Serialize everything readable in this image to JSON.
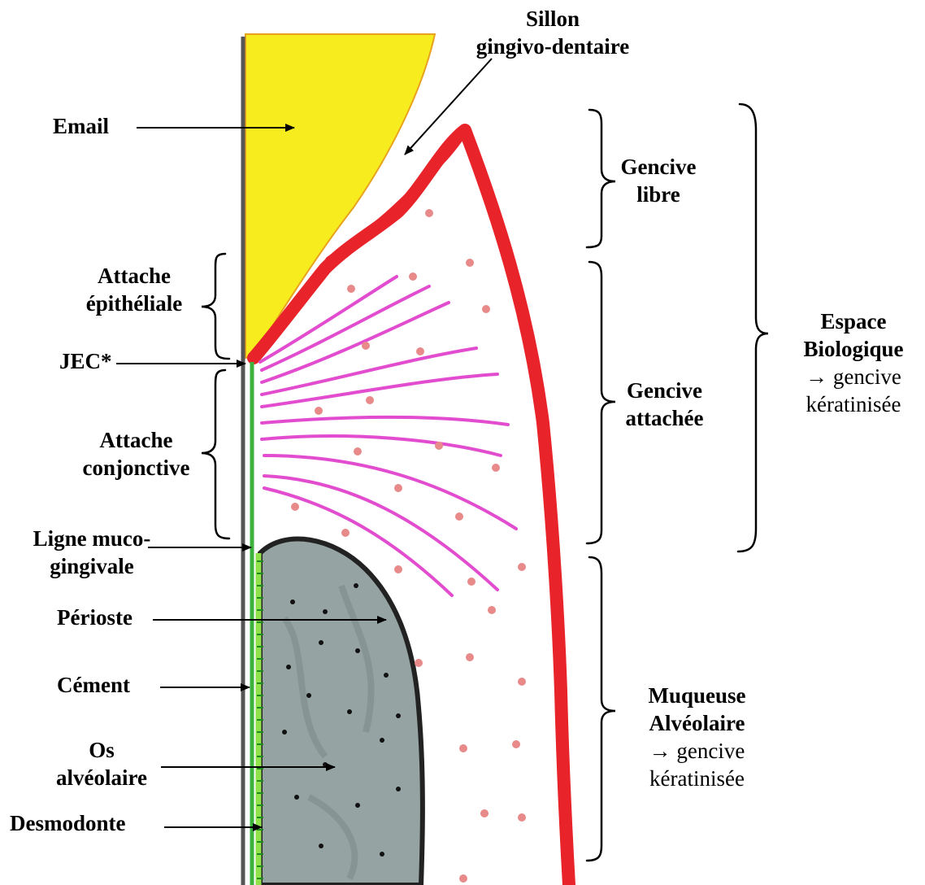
{
  "labels": {
    "sillon": [
      "Sillon",
      "gingivo-dentaire"
    ],
    "email": "Email",
    "attache_epitheliale": [
      "Attache",
      "épithéliale"
    ],
    "jec": "JEC*",
    "attache_conjonctive": [
      "Attache",
      "conjonctive"
    ],
    "ligne_muco_gingivale": [
      "Ligne muco-",
      "gingivale"
    ],
    "perioste": "Périoste",
    "cement": "Cément",
    "os_alveolaire": [
      "Os",
      "alvéolaire"
    ],
    "desmodonte": "Desmodonte",
    "gencive_libre": [
      "Gencive",
      "libre"
    ],
    "gencive_attachee": [
      "Gencive",
      "attachée"
    ],
    "espace_biologique": [
      "Espace",
      "Biologique",
      "→ gencive",
      "kératinisée"
    ],
    "muqueuse_alveolaire": [
      "Muqueuse",
      "Alvéolaire",
      "→ gencive",
      "kératinisée"
    ]
  },
  "colors": {
    "enamel": "#f6ec1e",
    "gingiva_outline": "#e8242a",
    "fibers": "#e24dd0",
    "dots": "#e88a8a",
    "bone_fill": "#95a4a3",
    "bone_outline": "#222222",
    "cementum": "#3bb23b",
    "desmodont": "#8fe24a",
    "tooth_edge": "#555555"
  },
  "icons": [
    "arrow-icon",
    "curly-brace-icon"
  ]
}
